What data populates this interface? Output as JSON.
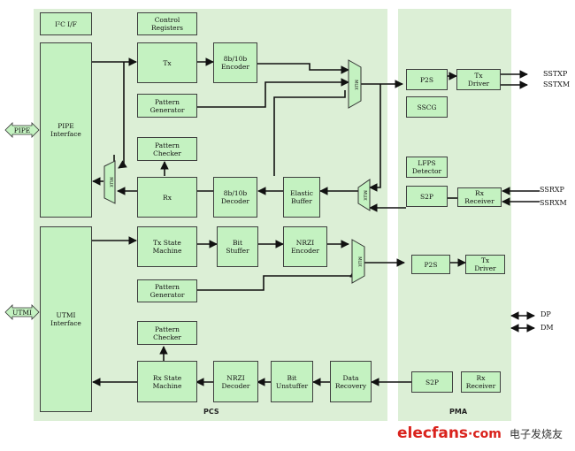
{
  "regions": {
    "pcs": "PCS",
    "pma": "PMA"
  },
  "blocks": {
    "i2c_if": "I²C I/F",
    "control_registers": "Control\nRegisters",
    "pipe_interface": "PIPE\nInterface",
    "tx": "Tx",
    "enc_8b10b": "8b/10b\nEncoder",
    "pattern_gen_1": "Pattern\nGenerator",
    "pattern_checker_1": "Pattern\nChecker",
    "rx": "Rx",
    "dec_8b10b": "8b/10b\nDecoder",
    "elastic_buffer": "Elastic Buffer",
    "utmi_interface": "UTMI\nInterface",
    "tx_state_machine": "Tx State\nMachine",
    "bit_stuffer": "Bit\nStuffer",
    "nrzi_encoder": "NRZI\nEncoder",
    "pattern_gen_2": "Pattern\nGenerator",
    "pattern_checker_2": "Pattern\nChecker",
    "rx_state_machine": "Rx State\nMachine",
    "nrzi_decoder": "NRZI\nDecoder",
    "bit_unstuffer": "Bit\nUnstuffer",
    "data_recovery": "Data\nRecovery",
    "p2s_1": "P2S",
    "sscg": "SSCG",
    "tx_driver_1": "Tx\nDriver",
    "lfps_detector": "LFPS\nDetector",
    "s2p_1": "S2P",
    "rx_receiver_1": "Rx\nReceiver",
    "p2s_2": "P2S",
    "tx_driver_2": "Tx\nDriver",
    "s2p_2": "S2P",
    "rx_receiver_2": "Rx\nReceiver"
  },
  "mux_label": "MUX",
  "side_labels": {
    "pipe": "PIPE",
    "utmi": "UTMI"
  },
  "signals": {
    "sstxp": "SSTXP",
    "sstxm": "SSTXM",
    "ssrxp": "SSRXP",
    "ssrxm": "SSRXM",
    "dp": "DP",
    "dm": "DM"
  },
  "watermark": {
    "site": "elecfans",
    "dot": "·",
    "domain": "com",
    "cn": "电子发烧友"
  },
  "colors": {
    "region": "#dcefd6",
    "block": "#c4f2c1",
    "line": "#111111",
    "watermark_red": "#d9221c"
  }
}
